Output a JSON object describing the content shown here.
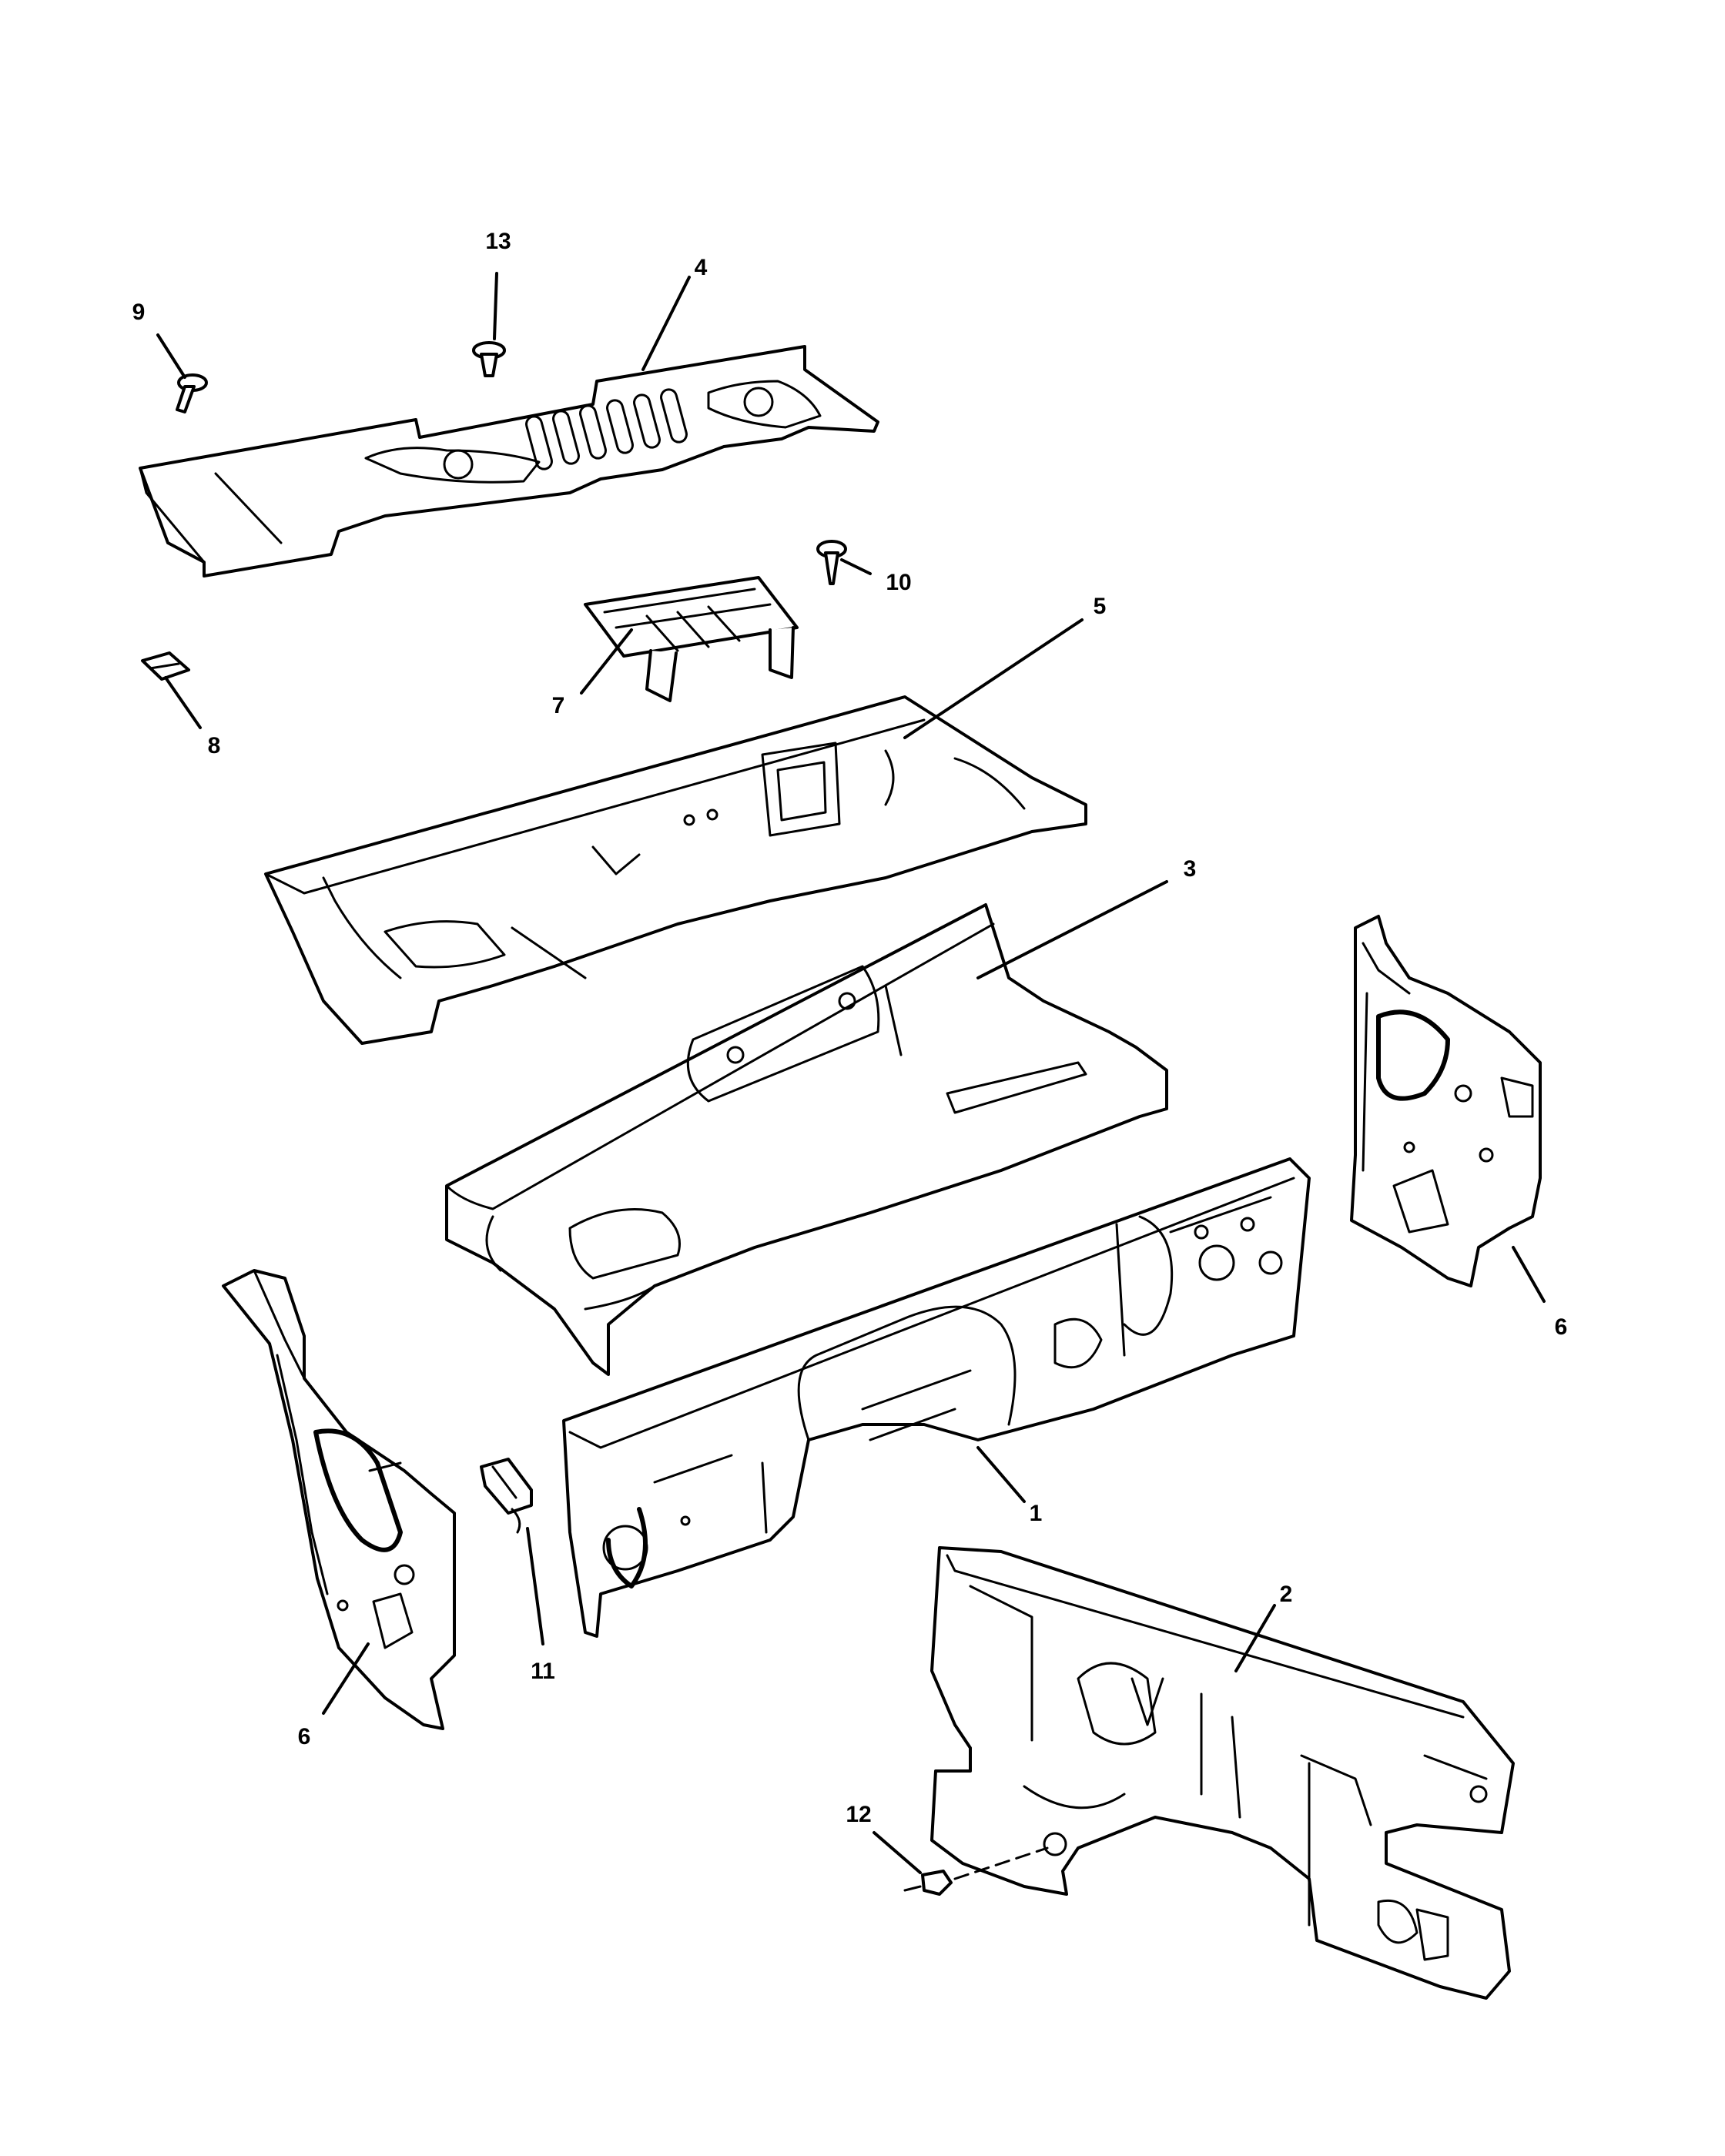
{
  "callouts": [
    {
      "id": "13",
      "label": "13"
    },
    {
      "id": "4",
      "label": "4"
    },
    {
      "id": "9",
      "label": "9"
    },
    {
      "id": "10",
      "label": "10"
    },
    {
      "id": "5",
      "label": "5"
    },
    {
      "id": "7",
      "label": "7"
    },
    {
      "id": "8",
      "label": "8"
    },
    {
      "id": "3",
      "label": "3"
    },
    {
      "id": "6a",
      "label": "6"
    },
    {
      "id": "1",
      "label": "1"
    },
    {
      "id": "2",
      "label": "2"
    },
    {
      "id": "11",
      "label": "11"
    },
    {
      "id": "6b",
      "label": "6"
    },
    {
      "id": "12",
      "label": "12"
    }
  ],
  "colors": {
    "line": "#000000",
    "background": "#ffffff"
  }
}
